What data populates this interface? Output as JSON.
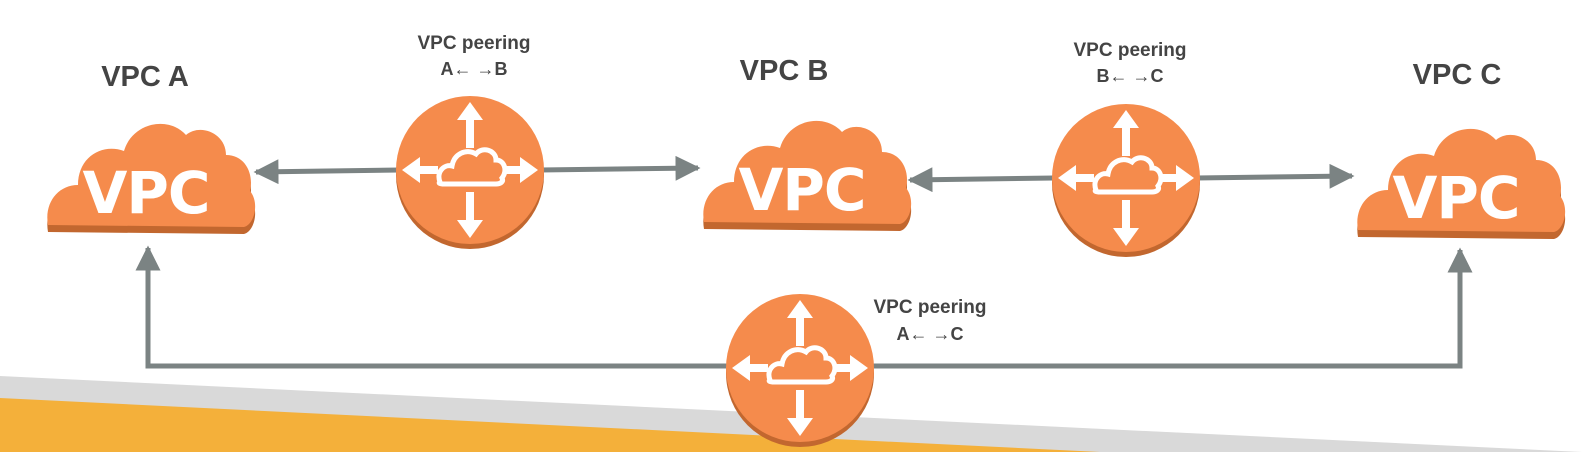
{
  "vpcs": [
    {
      "id": "a",
      "title": "VPC A",
      "icon_text": "VPC"
    },
    {
      "id": "b",
      "title": "VPC B",
      "icon_text": "VPC"
    },
    {
      "id": "c",
      "title": "VPC C",
      "icon_text": "VPC"
    }
  ],
  "peerings": [
    {
      "id": "ab",
      "label": "VPC peering",
      "sub": "A← →B"
    },
    {
      "id": "bc",
      "label": "VPC peering",
      "sub": "B← →C"
    },
    {
      "id": "ac",
      "label": "VPC peering",
      "sub": "A← →C"
    }
  ],
  "colors": {
    "cloud": "#f58b4c",
    "cloud_shadow": "#c2672f",
    "connector": "#7b8383",
    "title_text": "#444444",
    "footer_yellow": "#f4b03a",
    "footer_gray": "#d9d9d9"
  },
  "icons": {
    "vpc": "cloud-icon",
    "peering": "peering-router-icon"
  }
}
